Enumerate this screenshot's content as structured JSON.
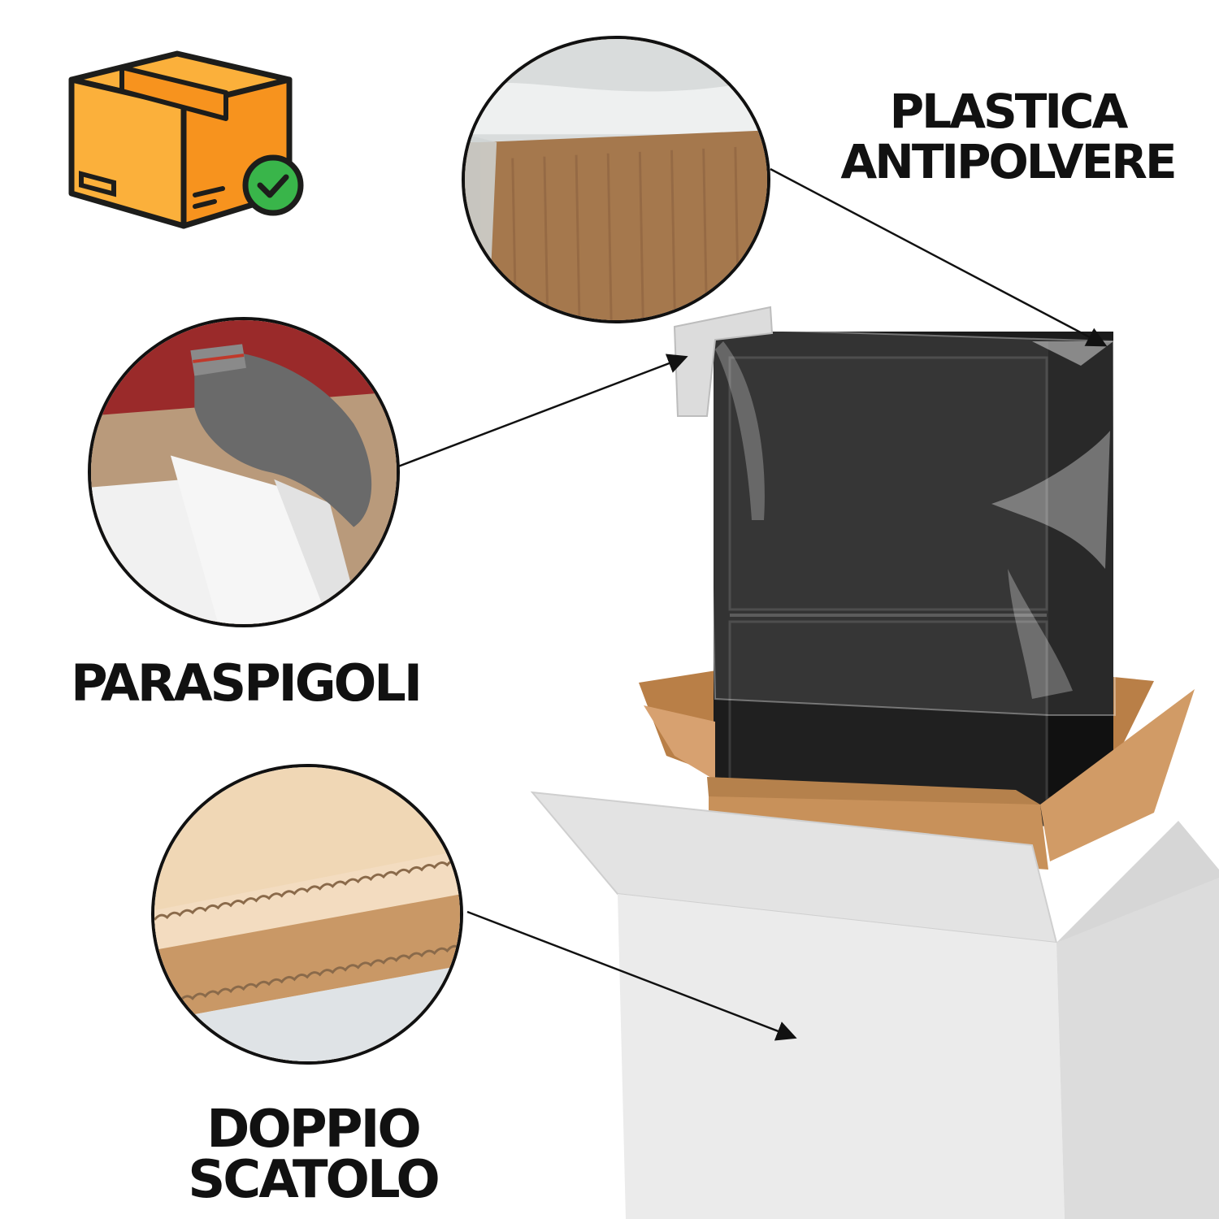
{
  "labels": {
    "plastica_line1": "PLASTICA",
    "plastica_line2": "ANTIPOLVERE",
    "paraspigoli": "PARASPIGOLI",
    "doppio_line1": "DOPPIO",
    "doppio_line2": "SCATOLO"
  },
  "icons": {
    "box": "package-box-icon",
    "check": "check-badge-icon"
  },
  "colors": {
    "box_orange": "#f7931e",
    "box_orange_light": "#fbb03b",
    "check_green": "#39b54a",
    "outline": "#1d1d1b",
    "kraft": "#c8915a",
    "cabinet": "#1c1c1c",
    "white_box": "#e9e9e9"
  }
}
